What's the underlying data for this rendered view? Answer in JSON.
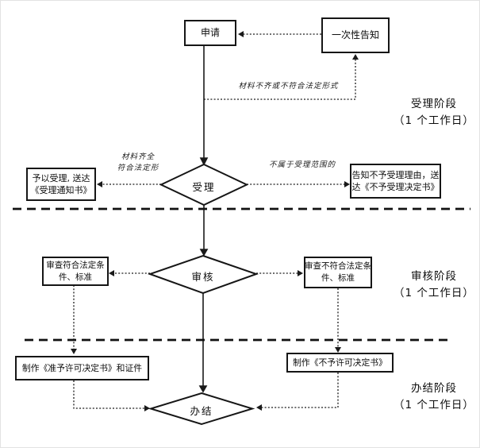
{
  "colors": {
    "line": "#1a1a1a",
    "background": "#ffffff"
  },
  "nodes": {
    "apply": {
      "label": "申请"
    },
    "notify": {
      "label": "一次性告知"
    },
    "accept": {
      "label": "受理"
    },
    "review": {
      "label": "审核"
    },
    "finish": {
      "label": "办结"
    },
    "accept_yes": {
      "lines": [
        "予以受理, 送达",
        "《受理通知书》"
      ]
    },
    "reject": {
      "lines": [
        "告知不予受理理由，送",
        "达《不予受理决定书》"
      ]
    },
    "pass": {
      "lines": [
        "审查符合法定条",
        "件、标准"
      ]
    },
    "fail": {
      "lines": [
        "审查不符合法定条",
        "件、标准"
      ]
    },
    "make_permit": {
      "label": "制作《准予许可决定书》和证件"
    },
    "make_deny": {
      "label": "制作《不予许可决定书》"
    }
  },
  "edge_labels": {
    "incomplete": "材料不齐或不符合法定形式",
    "complete": {
      "lines": [
        "材料齐全",
        "符合法定形"
      ]
    },
    "out_of_scope": "不属于受理范围的"
  },
  "stages": [
    {
      "name": "受理阶段",
      "duration": "（1 个工作日）"
    },
    {
      "name": "审核阶段",
      "duration": "（1 个工作日）"
    },
    {
      "name": "办结阶段",
      "duration": "（1 个工作日）"
    }
  ]
}
